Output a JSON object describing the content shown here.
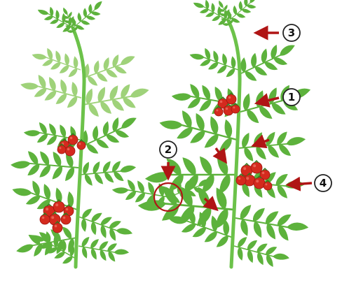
{
  "callouts": [
    {
      "number": "1"
    },
    {
      "number": "2"
    },
    {
      "number": "3"
    },
    {
      "number": "4"
    }
  ],
  "colors": {
    "stem": "#6cc24a",
    "leaf": "#5db23c",
    "leaf_light": "#9fd27a",
    "fruit": "#d42a1e",
    "fruit_dark": "#9e1510",
    "arrow": "#b01515",
    "circle": "#b01515",
    "callout_ring": "#222222"
  }
}
